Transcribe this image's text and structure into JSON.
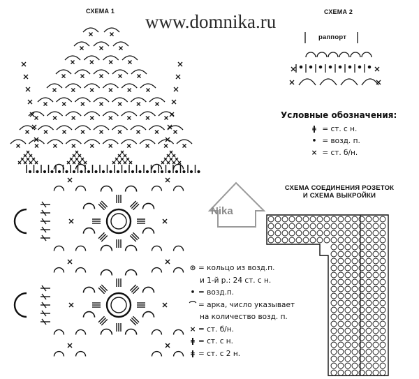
{
  "site_url": "www.domnika.ru",
  "scheme1_title": "СХЕМА 1",
  "scheme2_title": "СХЕМА 2",
  "rapport_label": "раппорт",
  "legend_top": {
    "title": "Условные обозначения:",
    "items": [
      {
        "icon": "double-crochet-icon",
        "symbol": "ǂ",
        "text": "= ст. с н."
      },
      {
        "icon": "chain-dot-icon",
        "symbol": "•",
        "text": "= возд. п."
      },
      {
        "icon": "single-crochet-x-icon",
        "symbol": "×",
        "text": "= ст. б/н."
      }
    ]
  },
  "joining_title_line1": "СХЕМА СОЕДИНЕНИЯ РОЗЕТОК",
  "joining_title_line2": "И СХЕМА ВЫКРОЙКИ",
  "watermark": "Nika",
  "legend_bottom": {
    "items": [
      {
        "icon": "ring-icon",
        "symbol": "⊙",
        "line1": "= кольцо из возд.п.",
        "line2": "и 1-й р.: 24 ст. с н."
      },
      {
        "icon": "chain-dot-icon",
        "symbol": "•",
        "line1": "= возд.п.",
        "line2": ""
      },
      {
        "icon": "arch-icon",
        "symbol": "⌒",
        "line1": "= арка, число указывает",
        "line2": "на количество возд. п."
      },
      {
        "icon": "single-crochet-x-icon",
        "symbol": "×",
        "line1": "= ст. б/н.",
        "line2": ""
      },
      {
        "icon": "double-crochet-icon",
        "symbol": "ǂ",
        "line1": "= ст. с н.",
        "line2": ""
      },
      {
        "icon": "treble-crochet-icon",
        "symbol": "ǂ",
        "line1": "= ст. с 2 н.",
        "line2": ""
      }
    ]
  }
}
